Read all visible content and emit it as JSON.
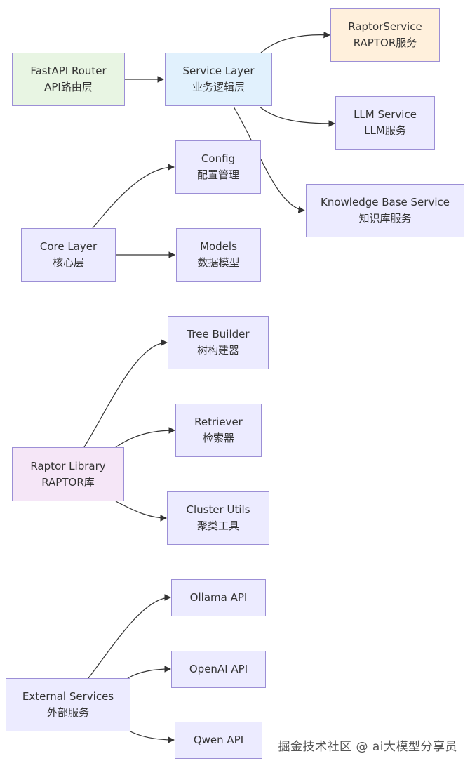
{
  "nodes": {
    "fastapi_router": {
      "title": "FastAPI Router",
      "subtitle": "API路由层",
      "color": "#e8f5e3"
    },
    "service_layer": {
      "title": "Service Layer",
      "subtitle": "业务逻辑层",
      "color": "#e1f1fd"
    },
    "raptor_service": {
      "title": "RaptorService",
      "subtitle": "RAPTOR服务",
      "color": "#fff0dc"
    },
    "llm_service": {
      "title": "LLM Service",
      "subtitle": "LLM服务",
      "color": "#ecebff"
    },
    "knowledge_base_service": {
      "title": "Knowledge Base Service",
      "subtitle": "知识库服务",
      "color": "#ecebff"
    },
    "config": {
      "title": "Config",
      "subtitle": "配置管理",
      "color": "#ecebff"
    },
    "core_layer": {
      "title": "Core Layer",
      "subtitle": "核心层",
      "color": "#ecebff"
    },
    "models": {
      "title": "Models",
      "subtitle": "数据模型",
      "color": "#ecebff"
    },
    "tree_builder": {
      "title": "Tree Builder",
      "subtitle": "树构建器",
      "color": "#ecebff"
    },
    "retriever": {
      "title": "Retriever",
      "subtitle": "检索器",
      "color": "#ecebff"
    },
    "raptor_library": {
      "title": "Raptor Library",
      "subtitle": "RAPTOR库",
      "color": "#f5e6f7"
    },
    "cluster_utils": {
      "title": "Cluster Utils",
      "subtitle": "聚类工具",
      "color": "#ecebff"
    },
    "ollama_api": {
      "title": "Ollama API",
      "color": "#ecebff"
    },
    "openai_api": {
      "title": "OpenAI API",
      "color": "#ecebff"
    },
    "external_services": {
      "title": "External Services",
      "subtitle": "外部服务",
      "color": "#ecebff"
    },
    "qwen_api": {
      "title": "Qwen API",
      "color": "#ecebff"
    }
  },
  "edges": [
    {
      "from": "fastapi_router",
      "to": "service_layer"
    },
    {
      "from": "service_layer",
      "to": "raptor_service"
    },
    {
      "from": "service_layer",
      "to": "llm_service"
    },
    {
      "from": "service_layer",
      "to": "knowledge_base_service"
    },
    {
      "from": "core_layer",
      "to": "config"
    },
    {
      "from": "core_layer",
      "to": "models"
    },
    {
      "from": "raptor_library",
      "to": "tree_builder"
    },
    {
      "from": "raptor_library",
      "to": "retriever"
    },
    {
      "from": "raptor_library",
      "to": "cluster_utils"
    },
    {
      "from": "external_services",
      "to": "ollama_api"
    },
    {
      "from": "external_services",
      "to": "openai_api"
    },
    {
      "from": "external_services",
      "to": "qwen_api"
    }
  ],
  "edge_color": "#333333",
  "border_color": "#9c8fd6",
  "watermark": "掘金技术社区 @ ai大模型分享员"
}
